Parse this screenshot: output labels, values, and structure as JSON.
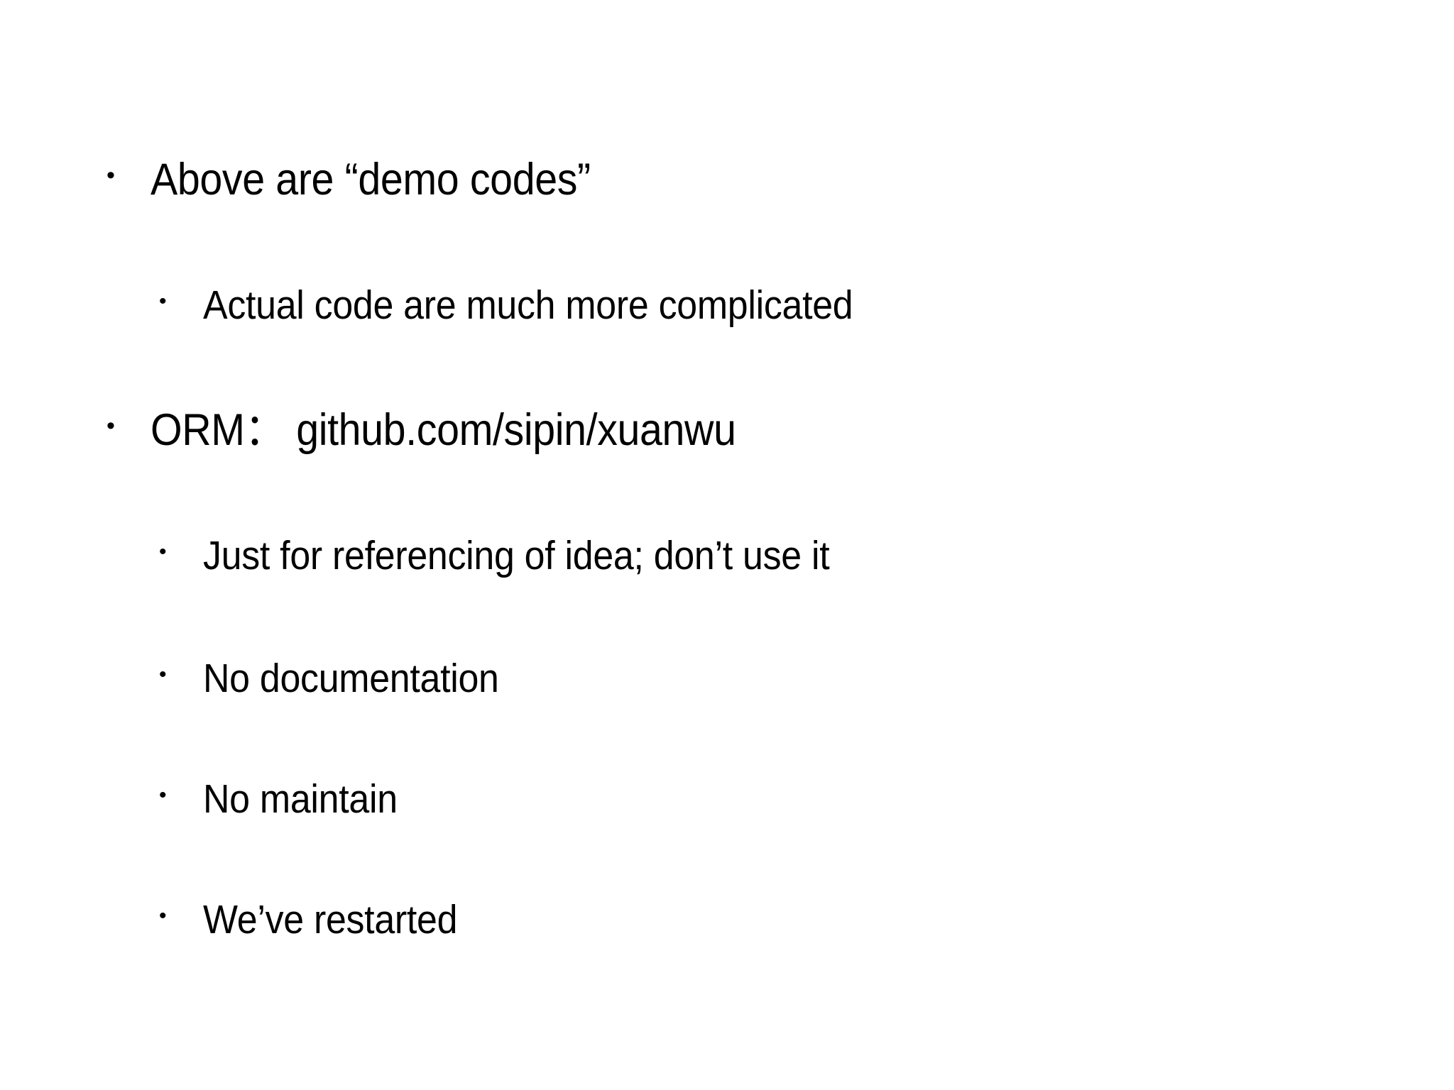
{
  "slide": {
    "background_color": "#ffffff",
    "text_color": "#000000",
    "bullet_glyph": "•",
    "items": [
      {
        "level": 1,
        "text": "Above are “demo codes”",
        "name": "bullet-above-are-demo-codes"
      },
      {
        "level": 2,
        "text": "Actual code are much more complicated",
        "name": "bullet-actual-code-are-much-more-complicated"
      },
      {
        "level": 1,
        "text": "ORM：  github.com/sipin/xuanwu",
        "name": "bullet-orm-github-sipin-xuanwu"
      },
      {
        "level": 2,
        "text": "Just for referencing of idea; don’t use it",
        "name": "bullet-just-for-referencing-of-idea"
      },
      {
        "level": 2,
        "text": "No documentation",
        "name": "bullet-no-documentation"
      },
      {
        "level": 2,
        "text": "No maintain",
        "name": "bullet-no-maintain"
      },
      {
        "level": 2,
        "text": "We’ve restarted",
        "name": "bullet-weve-restarted"
      }
    ]
  }
}
